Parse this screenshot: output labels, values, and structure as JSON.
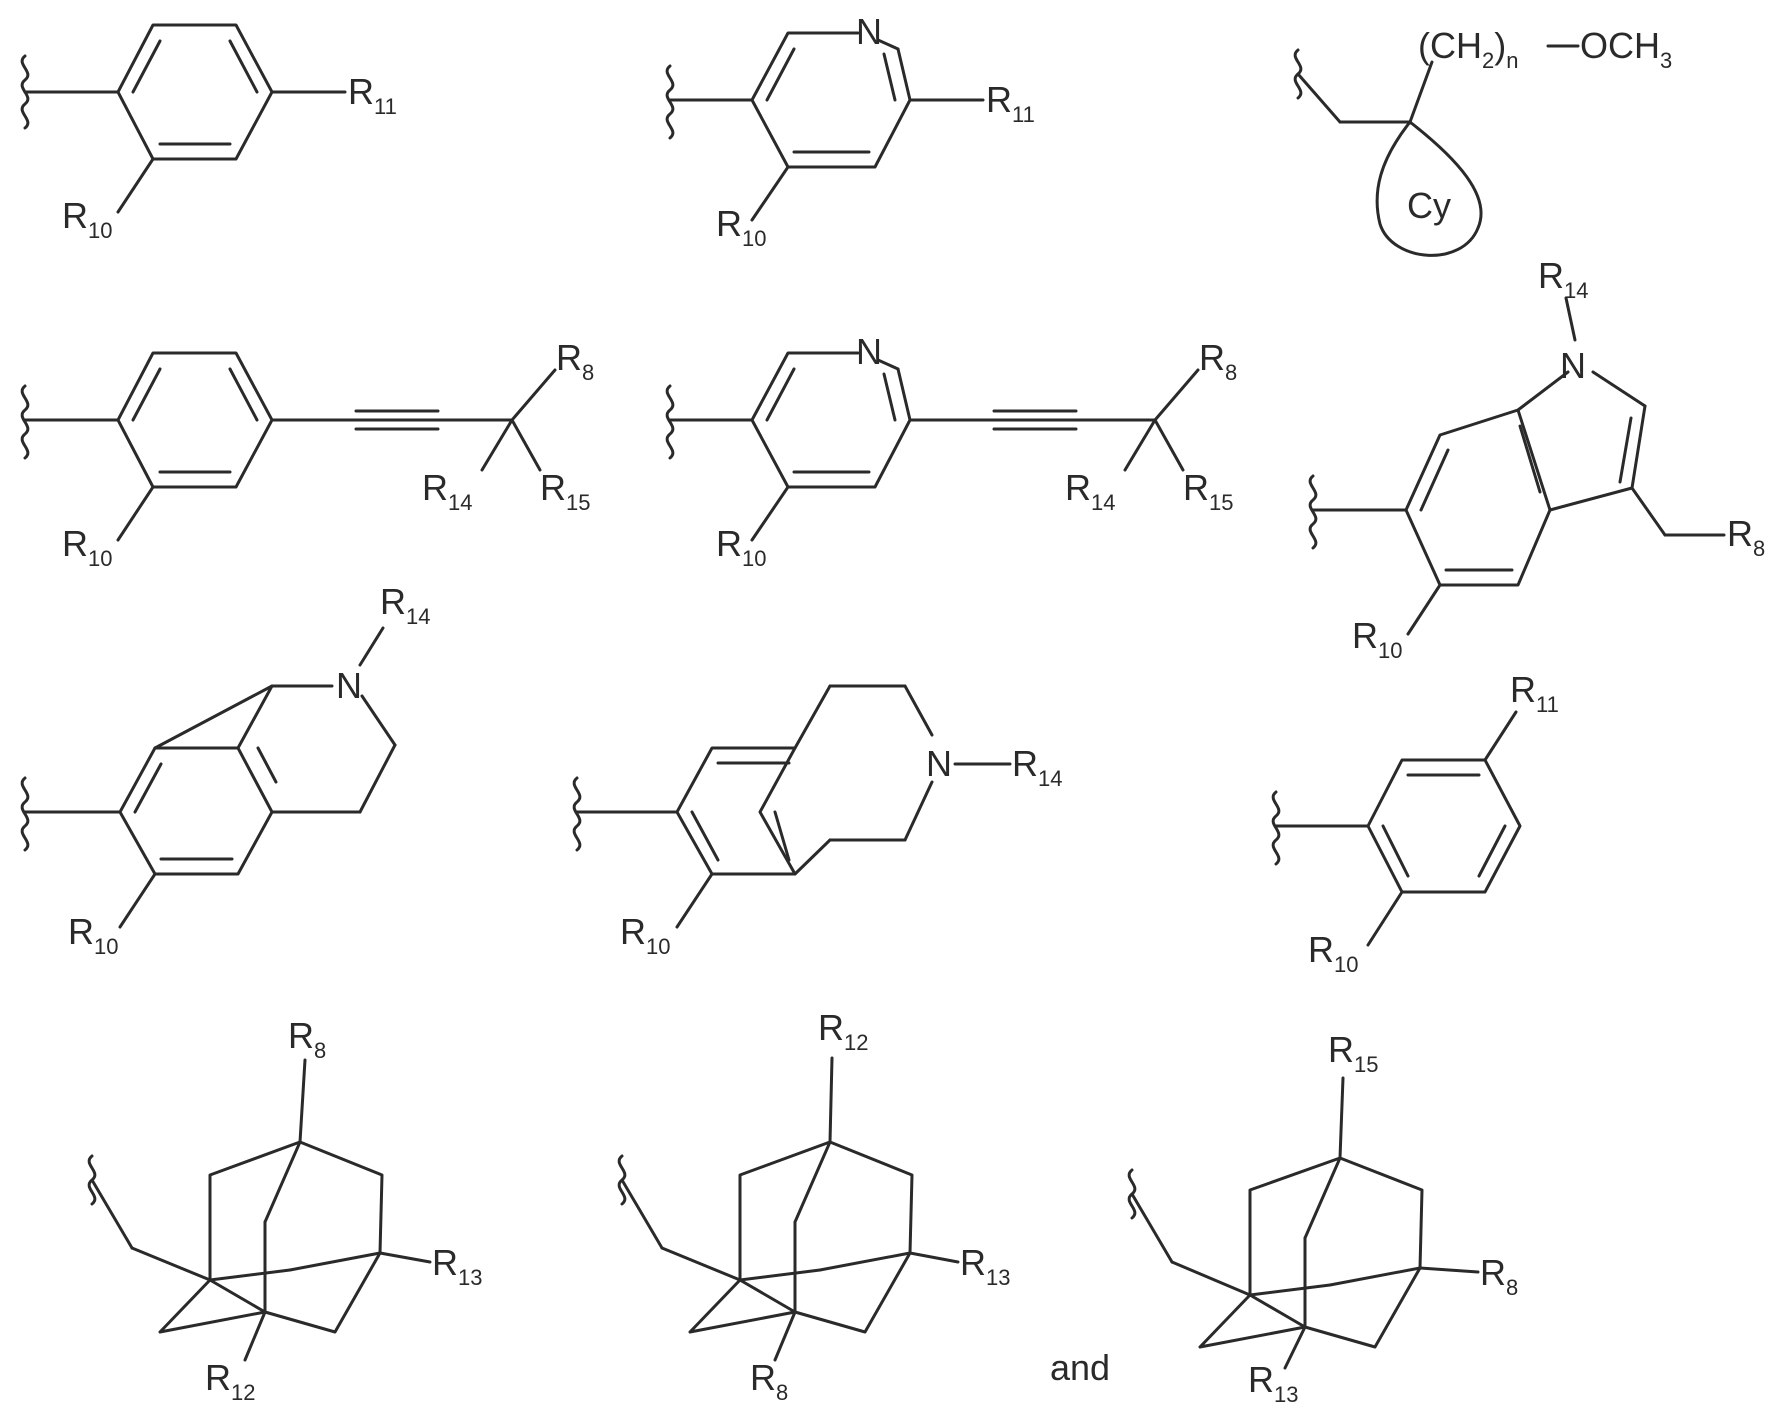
{
  "structures": [
    {
      "labels": {
        "r11": "11",
        "r10": "10"
      }
    },
    {
      "labels": {
        "n": "N",
        "r11": "11",
        "r10": "10"
      }
    },
    {
      "labels": {
        "ch2": "(CH",
        "ch2_sub": "2",
        "n": "n",
        "och3": "OCH",
        "och3_sub": "3",
        "cy": "Cy"
      }
    },
    {
      "labels": {
        "r8": "8",
        "r14": "14",
        "r15": "15",
        "r10": "10"
      }
    },
    {
      "labels": {
        "n": "N",
        "r8": "8",
        "r14": "14",
        "r15": "15",
        "r10": "10"
      }
    },
    {
      "labels": {
        "r14": "14",
        "n": "N",
        "r8": "8",
        "r10": "10"
      }
    },
    {
      "labels": {
        "r14": "14",
        "n": "N",
        "r10": "10"
      }
    },
    {
      "labels": {
        "n": "N",
        "r14": "14",
        "r10": "10"
      }
    },
    {
      "labels": {
        "r11": "11",
        "r10": "10"
      }
    },
    {
      "labels": {
        "top": "8",
        "right": "13",
        "bottom": "12"
      }
    },
    {
      "labels": {
        "top": "12",
        "right": "13",
        "bottom": "8"
      }
    },
    {
      "labels": {
        "top": "15",
        "right": "8",
        "bottom": "13"
      }
    }
  ],
  "r_letter": "R",
  "conjunction": "and"
}
